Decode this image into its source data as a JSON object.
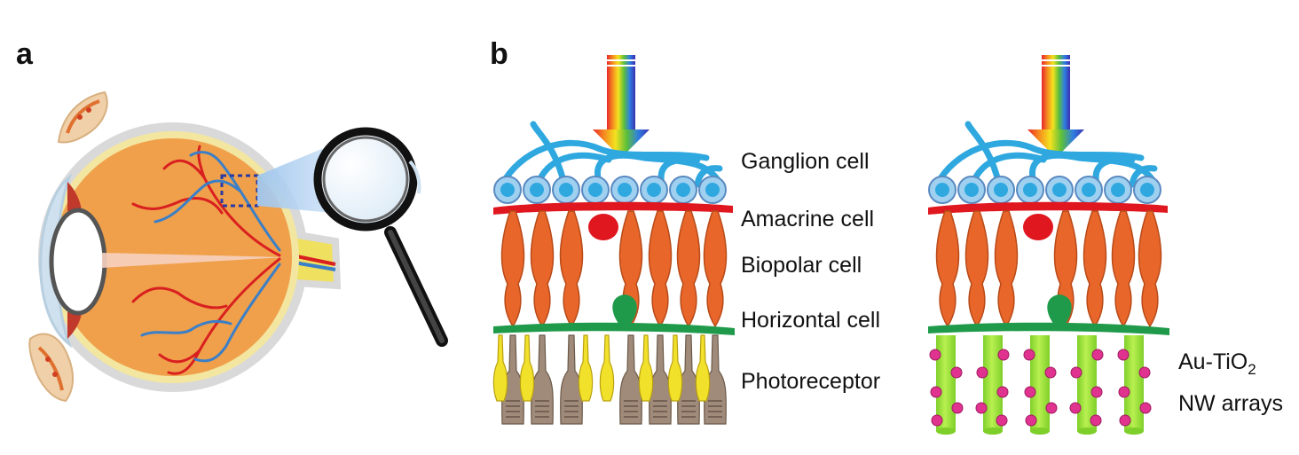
{
  "panels": {
    "a": {
      "label": "a"
    },
    "b": {
      "label": "b"
    }
  },
  "layers": {
    "ganglion": "Ganglion cell",
    "amacrine": "Amacrine cell",
    "bipolar": "Biopolar cell",
    "horizontal": "Horizontal cell",
    "photoreceptor": "Photoreceptor"
  },
  "nw_label": {
    "line1_main": "Au-TiO",
    "line1_sub": "2",
    "line2": "NW arrays"
  },
  "colors": {
    "ganglion": "#2fa8e0",
    "amacrine": "#e0171f",
    "bipolar": "#e8662a",
    "horizontal": "#1f9a4a",
    "rod": "#f2e12a",
    "cone": "#a08a7a",
    "nanowire": "#9be33a",
    "nanoparticle": "#e0338f",
    "eye_body": "#f0a04a",
    "vessel_red": "#d92020",
    "vessel_blue": "#3a7fc8"
  },
  "icons": [
    "eye-illustration",
    "magnifier-icon",
    "rainbow-arrow-icon"
  ]
}
